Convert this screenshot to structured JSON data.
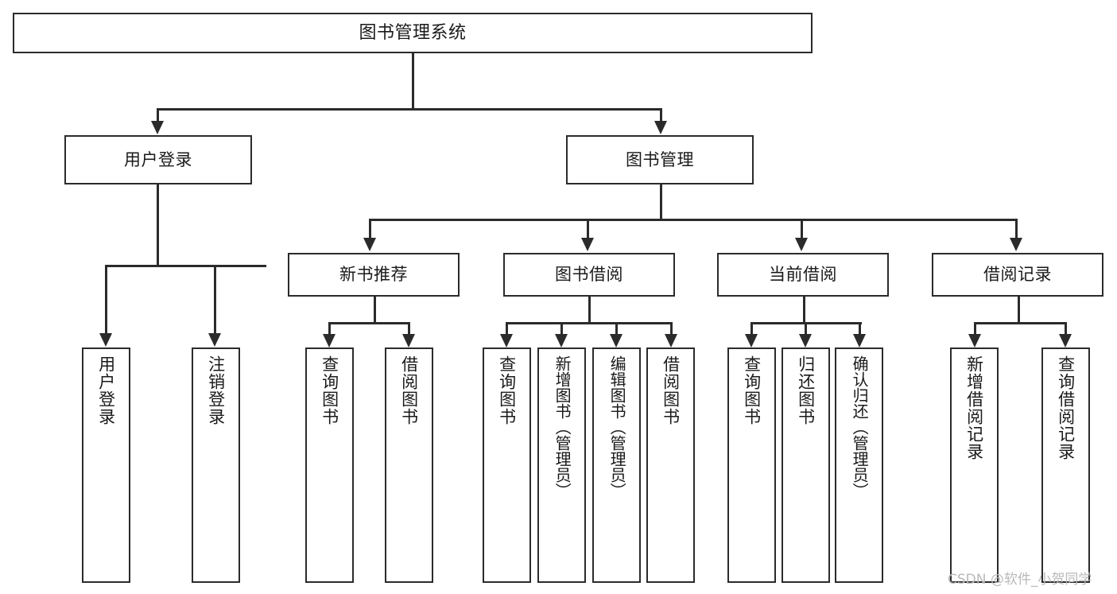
{
  "diagram": {
    "type": "tree-hierarchy",
    "title": "图书管理系统",
    "root": {
      "id": "root",
      "label": "图书管理系统",
      "orientation": "horizontal"
    },
    "level2": [
      {
        "id": "user-login",
        "label": "用户登录",
        "orientation": "horizontal"
      },
      {
        "id": "book-manage",
        "label": "图书管理",
        "orientation": "horizontal"
      }
    ],
    "level3": [
      {
        "id": "new-book-rec",
        "label": "新书推荐",
        "orientation": "horizontal",
        "parent": "book-manage"
      },
      {
        "id": "book-borrow",
        "label": "图书借阅",
        "orientation": "horizontal",
        "parent": "book-manage"
      },
      {
        "id": "current-borrow",
        "label": "当前借阅",
        "orientation": "horizontal",
        "parent": "book-manage"
      },
      {
        "id": "borrow-record",
        "label": "借阅记录",
        "orientation": "horizontal",
        "parent": "book-manage"
      }
    ],
    "leaves": [
      {
        "id": "leaf-user-login",
        "label": "用户登录",
        "parent": "user-login"
      },
      {
        "id": "leaf-user-logout",
        "label": "注销登录",
        "parent": "user-login"
      },
      {
        "id": "leaf-query-book-rec",
        "label": "查询图书",
        "parent": "new-book-rec"
      },
      {
        "id": "leaf-borrow-book-rec",
        "label": "借阅图书",
        "parent": "new-book-rec"
      },
      {
        "id": "leaf-query-book-borrow",
        "label": "查询图书",
        "parent": "book-borrow"
      },
      {
        "id": "leaf-add-book",
        "label": "新增图书（管理员）",
        "parent": "book-borrow"
      },
      {
        "id": "leaf-edit-book",
        "label": "编辑图书（管理员）",
        "parent": "book-borrow"
      },
      {
        "id": "leaf-borrow-book",
        "label": "借阅图书",
        "parent": "book-borrow"
      },
      {
        "id": "leaf-query-book-current",
        "label": "查询图书",
        "parent": "current-borrow"
      },
      {
        "id": "leaf-return-book",
        "label": "归还图书",
        "parent": "current-borrow"
      },
      {
        "id": "leaf-confirm-return",
        "label": "确认归还（管理员）",
        "parent": "current-borrow"
      },
      {
        "id": "leaf-add-record",
        "label": "新增借阅记录",
        "parent": "borrow-record"
      },
      {
        "id": "leaf-query-record",
        "label": "查询借阅记录",
        "parent": "borrow-record"
      }
    ],
    "colors": {
      "stroke": "#2b2b2b",
      "fill": "#ffffff",
      "text": "#1a1a1a",
      "watermark": "#b9b9b9"
    }
  },
  "watermark": {
    "text": "CSDN @软件_小贺同学"
  }
}
